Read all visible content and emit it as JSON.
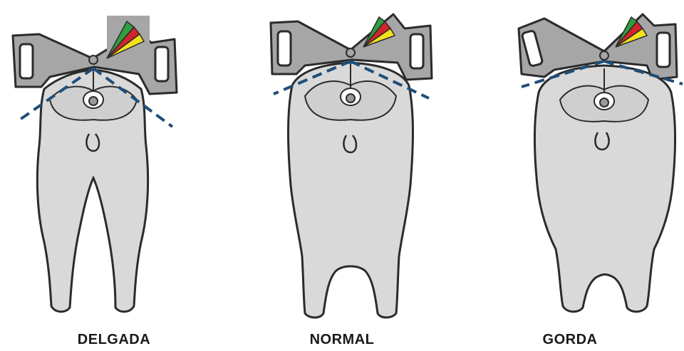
{
  "panels": [
    {
      "label": "DELGADA",
      "condition": "thin",
      "hind_shape": "narrow"
    },
    {
      "label": "NORMAL",
      "condition": "normal",
      "hind_shape": "rounded"
    },
    {
      "label": "GORDA",
      "condition": "fat",
      "hind_shape": "wide"
    }
  ],
  "colors": {
    "body_fill": "#d9d9d9",
    "outline": "#2b2b2b",
    "caliper_fill": "#a6a6a6",
    "angle_line": "#1f4e79",
    "gauge_green": "#2e9e3f",
    "gauge_red": "#d0252a",
    "gauge_yellow": "#f2e21b"
  }
}
